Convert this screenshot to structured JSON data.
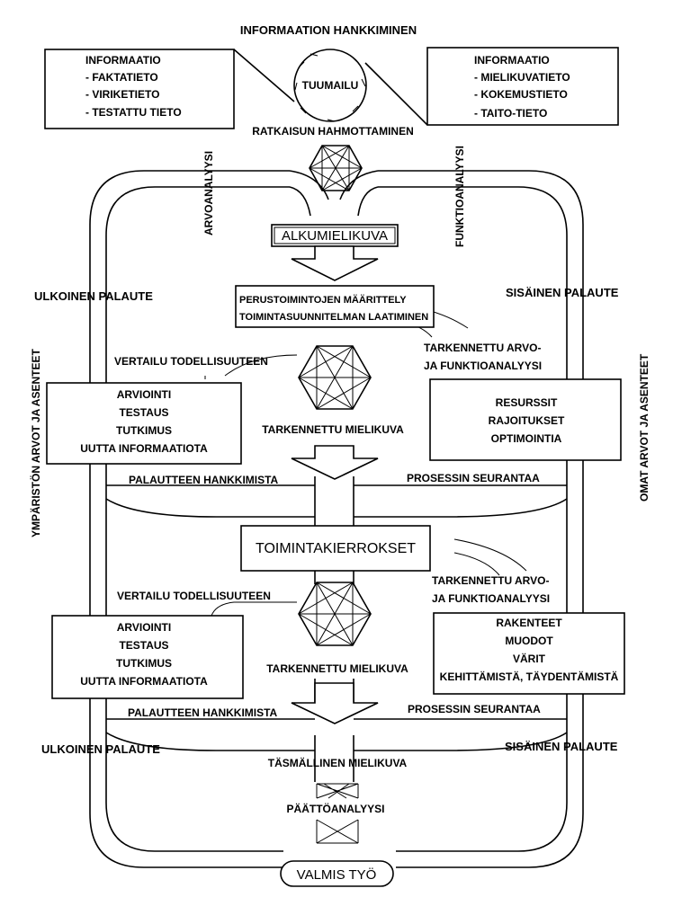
{
  "title": "INFORMAATION HANKKIMINEN",
  "info_left": [
    "INFORMAATIO",
    "- FAKTATIETO",
    "- VIRIKETIETO",
    "- TESTATTU TIETO"
  ],
  "info_right": [
    "INFORMAATIO",
    "- MIELIKUVATIETO",
    "- KOKEMUSTIETO",
    "- TAITO-TIETO"
  ],
  "tuumailu": "TUUMAILU",
  "ratkaisu": "RATKAISUN HAHMOTTAMINEN",
  "arvoanalyysi": "ARVOANALYYSI",
  "funktioanalyysi": "FUNKTIOANALYYSI",
  "alkumielikuva": "ALKUMIELIKUVA",
  "ulkoinen_palaute": "ULKOINEN PALAUTE",
  "sisainen_palaute": "SISÄINEN PALAUTE",
  "ymparisto": "YMPÄRISTÖN ARVOT JA ASENTEET",
  "omat": "OMAT ARVOT JA ASENTEET",
  "perustoiminto": [
    "PERUSTOIMINTOJEN MÄÄRITTELY",
    "TOIMINTASUUNNITELMAN LAATIMINEN"
  ],
  "vertailu": "VERTAILU TODELLISUUTEEN",
  "tarkennettu_analyysi": [
    "TARKENNETTU ARVO-",
    "JA FUNKTIOANALYYSI"
  ],
  "arviointi": [
    "ARVIOINTI",
    "TESTAUS",
    "TUTKIMUS",
    "UUTTA INFORMAATIOTA"
  ],
  "resurssit": [
    "RESURSSIT",
    "RAJOITUKSET",
    "OPTIMOINTIA"
  ],
  "tarkennettu_mielikuva": "TARKENNETTU MIELIKUVA",
  "palautteen": "PALAUTTEEN HANKKIMISTA",
  "prosessin": "PROSESSIN SEURANTAA",
  "toimintakierrokset": "TOIMINTAKIERROKSET",
  "rakenteet": [
    "RAKENTEET",
    "MUODOT",
    "VÄRIT",
    "KEHITTÄMISTÄ, TÄYDENTÄMISTÄ"
  ],
  "tasmallinen": "TÄSMÄLLINEN MIELIKUVA",
  "paattoanalyysi": "PÄÄTTÖANALYYSI",
  "valmis": "VALMIS TYÖ"
}
